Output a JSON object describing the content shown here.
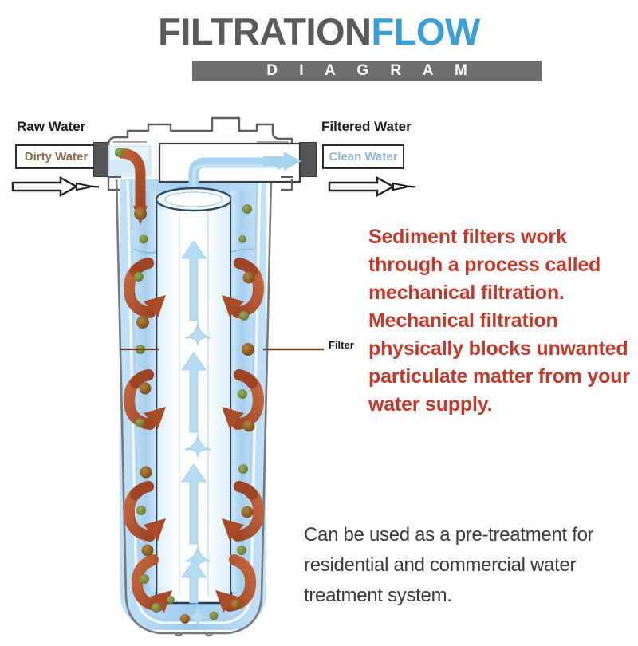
{
  "header": {
    "word_dark": "FILTRATION",
    "word_blue": "FLOW",
    "subtitle": "D I A G R A M",
    "dark_color": "#5a5a5c",
    "blue_color": "#3a9fd4",
    "bar_color": "#6e6e70"
  },
  "inlet": {
    "label": "Raw Water",
    "tag": "Dirty Water",
    "tag_color": "#8a6a4a",
    "arrow_name": "inflow-arrow"
  },
  "outlet": {
    "label": "Filtered Water",
    "tag": "Clean Water",
    "tag_color": "#8fb8d8",
    "arrow_name": "outflow-arrow"
  },
  "callout": {
    "filter_label": "Filter"
  },
  "body_text": {
    "red_paragraph": "Sediment filters work through a process called mechanical filtration. Mechanical filtration physically blocks unwanted particulate matter from your water supply.",
    "red_color": "#c0392b",
    "gray_paragraph": "Can be used as a pre-treatment for residential and commercial water treatment system.",
    "gray_color": "#3b3b3b"
  },
  "diagram": {
    "title": "Sediment filter housing cutaway",
    "housing_outline_color": "#6b6b70",
    "water_fill_light": "#cfe6f7",
    "water_fill_mid": "#a9d2ef",
    "cartridge_color": "#e9f4fc",
    "clean_arrow_color": "#a6d4ee",
    "dirty_arrow_color": "#b5502f",
    "sediment_brown": "#8a5a28",
    "sediment_olive": "#7c8b3c",
    "connector_color": "#555558",
    "sediment_count": 26,
    "dirty_swirl_count": 8,
    "clean_riser_count": 4
  }
}
